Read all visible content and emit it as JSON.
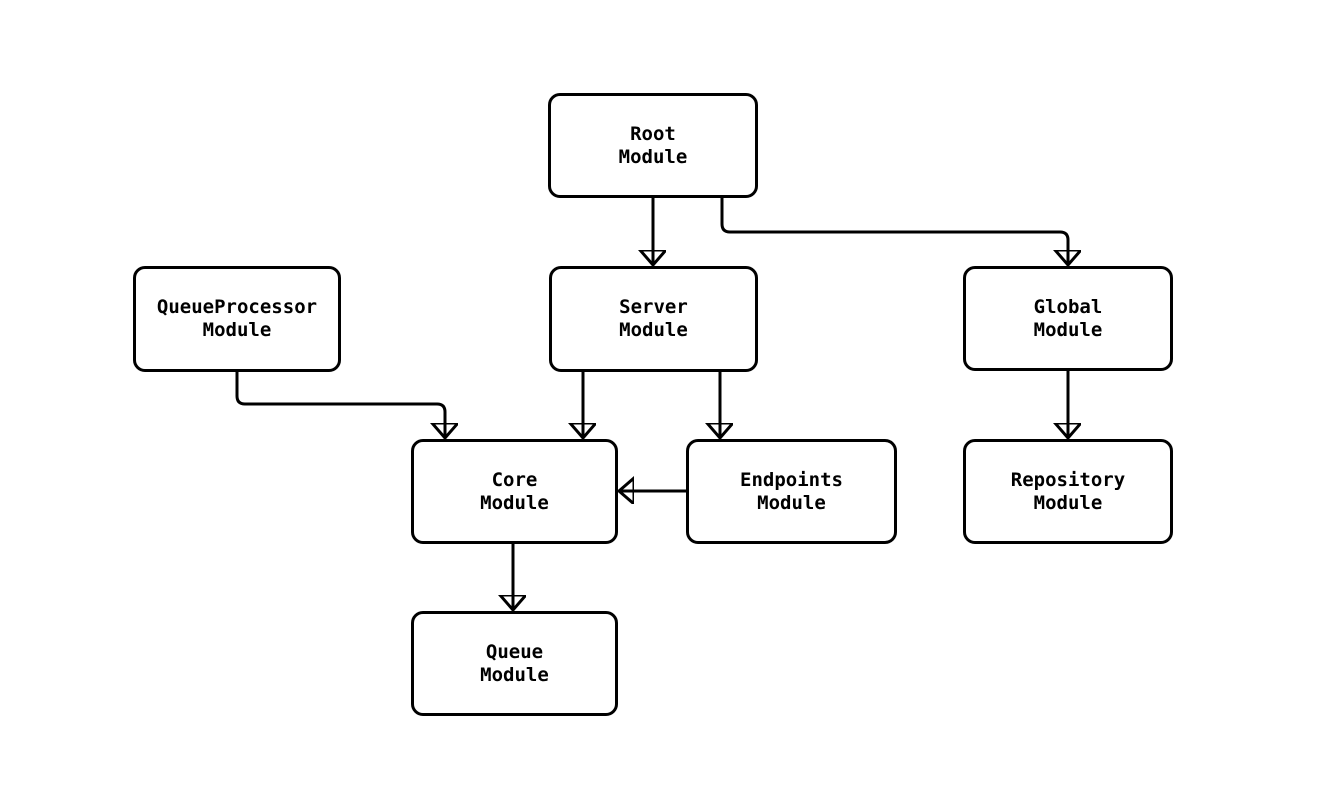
{
  "diagram": {
    "type": "module-dependency-flowchart",
    "background_color": "#ffffff",
    "node_fill_color": "#ffffff",
    "node_border_color": "#000000",
    "edge_color": "#000000",
    "nodes": [
      {
        "id": "root",
        "line1": "Root",
        "line2": "Module"
      },
      {
        "id": "queueprocessor",
        "line1": "QueueProcessor",
        "line2": "Module"
      },
      {
        "id": "server",
        "line1": "Server",
        "line2": "Module"
      },
      {
        "id": "global",
        "line1": "Global",
        "line2": "Module"
      },
      {
        "id": "core",
        "line1": "Core",
        "line2": "Module"
      },
      {
        "id": "endpoints",
        "line1": "Endpoints",
        "line2": "Module"
      },
      {
        "id": "repository",
        "line1": "Repository",
        "line2": "Module"
      },
      {
        "id": "queue",
        "line1": "Queue",
        "line2": "Module"
      }
    ],
    "edges": [
      {
        "from": "root",
        "to": "server"
      },
      {
        "from": "root",
        "to": "global"
      },
      {
        "from": "queueprocessor",
        "to": "core"
      },
      {
        "from": "server",
        "to": "core"
      },
      {
        "from": "server",
        "to": "endpoints"
      },
      {
        "from": "endpoints",
        "to": "core"
      },
      {
        "from": "global",
        "to": "repository"
      },
      {
        "from": "core",
        "to": "queue"
      }
    ]
  }
}
